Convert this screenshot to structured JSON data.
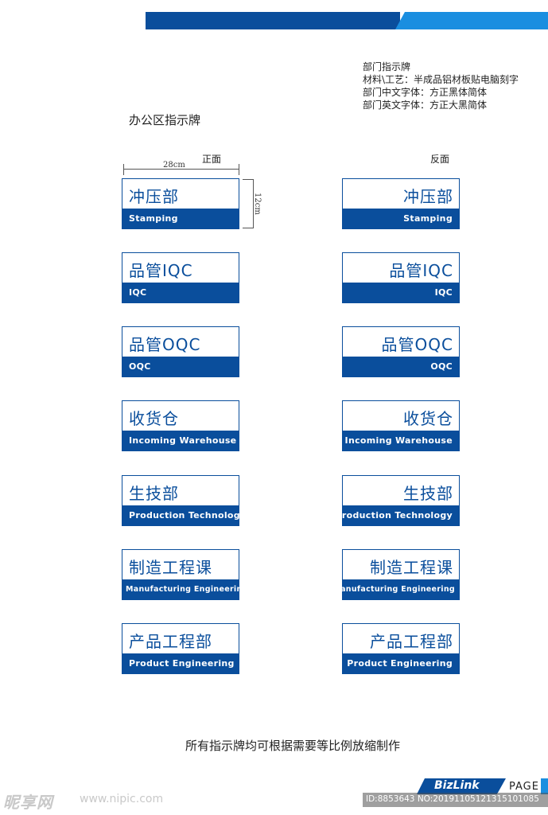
{
  "specs": {
    "line1": "部门指示牌",
    "line2": "材料\\工艺：半成品铝材板贴电脑刻字",
    "line3": "部门中文字体：方正黑体简体",
    "line4": "部门英文字体：方正大黑简体"
  },
  "section_title": "办公区指示牌",
  "labels": {
    "front": "正面",
    "back": "反面",
    "width": "28cm",
    "height": "12cm"
  },
  "signs": [
    {
      "cn": "冲压部",
      "en": "Stamping"
    },
    {
      "cn": "品管IQC",
      "en": "IQC"
    },
    {
      "cn": "品管OQC",
      "en": "OQC"
    },
    {
      "cn": "收货仓",
      "en": "Incoming Warehouse"
    },
    {
      "cn": "生技部",
      "en": "Production Technology"
    },
    {
      "cn": "制造工程课",
      "en": "Manufacturing Engineering"
    },
    {
      "cn": "产品工程部",
      "en": "Product Engineering"
    }
  ],
  "note": "所有指示牌均可根据需要等比例放缩制作",
  "footer": {
    "brand": "BizLink",
    "page": "PAGE"
  },
  "watermark": {
    "site": "昵享网",
    "url": "www.nipic.com",
    "id": "ID:8853643 NO:20191105121315101085"
  },
  "colors": {
    "primary_blue": "#0a4e9c",
    "accent_blue": "#1a8ee0"
  }
}
